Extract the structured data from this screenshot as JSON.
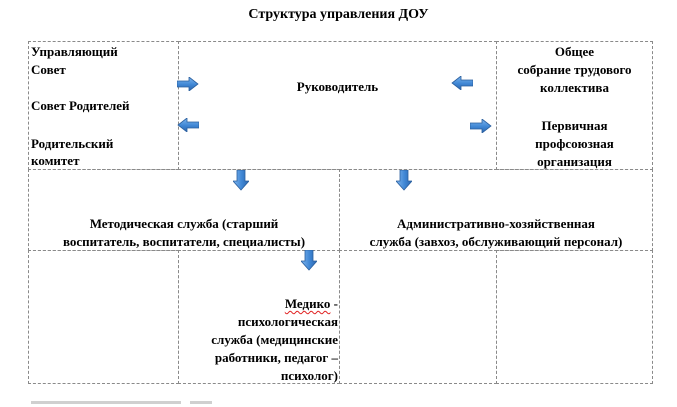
{
  "title": "Структура управления ДОУ",
  "left_panel": {
    "lines": [
      "Управляющий",
      "Совет",
      "Совет Родителей",
      "Родительский",
      "комитет"
    ]
  },
  "center_panel": {
    "label": "Руководитель"
  },
  "right_panel": {
    "lines": [
      "Общее",
      "собрание трудового",
      "коллектива",
      "Первичная",
      "профсоюзная",
      "организация"
    ]
  },
  "methodical_service": {
    "lines": [
      "Методическая служба (старший",
      "воспитатель, воспитатели, специалисты)"
    ]
  },
  "admin_service": {
    "lines": [
      "Административно-хозяйственная",
      "служба (завхоз, обслуживающий персонал)"
    ]
  },
  "medical_service": {
    "word1": "Медико",
    "dash": " -",
    "lines": [
      "психологическая",
      "служба (медицинские",
      "работники, педагог –",
      "психолог)"
    ]
  },
  "colors": {
    "arrow_fill": "#4a8fd8",
    "arrow_edge": "#2a5f9e",
    "border": "#8a8a8a"
  }
}
